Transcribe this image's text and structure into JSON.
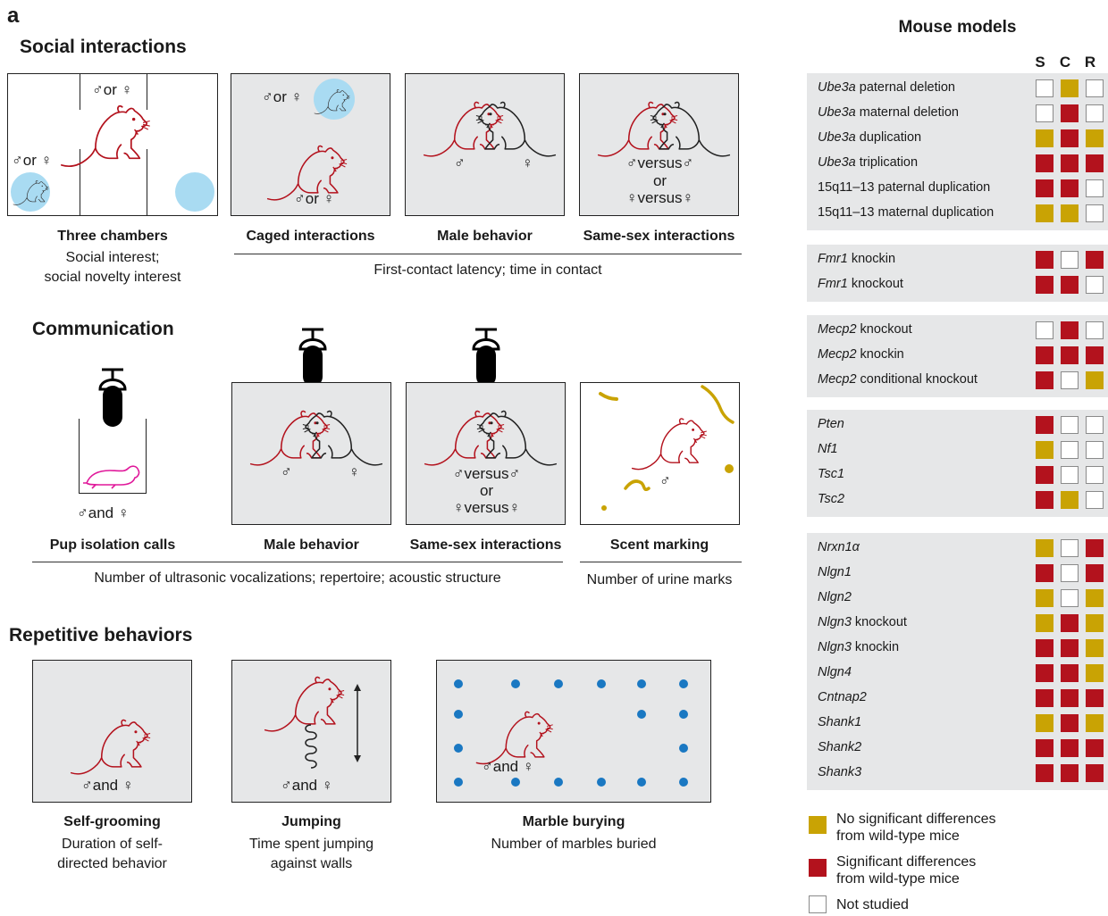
{
  "panel_letter": "a",
  "social": {
    "title": "Social interactions",
    "three_chambers": {
      "title": "Three chambers",
      "desc1": "Social interest;",
      "desc2": "social novelty interest",
      "sex_top": "♂or ♀",
      "sex_left": "♂or ♀"
    },
    "caged": {
      "title": "Caged interactions",
      "sex_top": "♂or ♀",
      "sex_bottom": "♂or ♀"
    },
    "male": {
      "title": "Male behavior",
      "sex_left": "♂",
      "sex_right": "♀"
    },
    "same_sex": {
      "title": "Same-sex interactions",
      "line1": "♂versus♂",
      "line2": "or",
      "line3": "♀versus♀"
    },
    "measure": "First-contact latency; time in contact"
  },
  "communication": {
    "title": "Communication",
    "pup": {
      "title": "Pup isolation calls",
      "sex": "♂and ♀"
    },
    "male": {
      "title": "Male behavior",
      "sex_left": "♂",
      "sex_right": "♀"
    },
    "same_sex": {
      "title": "Same-sex interactions",
      "line1": "♂versus♂",
      "line2": "or",
      "line3": "♀versus♀"
    },
    "scent": {
      "title": "Scent marking",
      "sex": "♂"
    },
    "measure_left": "Number of ultrasonic vocalizations; repertoire; acoustic structure",
    "measure_right": "Number of urine marks"
  },
  "repetitive": {
    "title": "Repetitive behaviors",
    "grooming": {
      "title": "Self-grooming",
      "desc1": "Duration of self-",
      "desc2": "directed behavior",
      "sex": "♂and ♀"
    },
    "jumping": {
      "title": "Jumping",
      "desc1": "Time spent jumping",
      "desc2": "against walls",
      "sex": "♂and ♀"
    },
    "marble": {
      "title": "Marble burying",
      "desc1": "Number of marbles buried",
      "sex": "♂and ♀"
    }
  },
  "mouse_models": {
    "title": "Mouse models",
    "columns": [
      "S",
      "C",
      "R"
    ],
    "colors": {
      "no_sig": "#c9a304",
      "sig": "#b3121d",
      "not_studied": "#ffffff"
    },
    "groups": [
      [
        {
          "gene": "Ube3a",
          "rest": " paternal deletion",
          "vals": [
            "n",
            "y",
            "n"
          ]
        },
        {
          "gene": "Ube3a",
          "rest": " maternal deletion",
          "vals": [
            "n",
            "r",
            "n"
          ]
        },
        {
          "gene": "Ube3a",
          "rest": " duplication",
          "vals": [
            "y",
            "r",
            "y"
          ]
        },
        {
          "gene": "Ube3a",
          "rest": " triplication",
          "vals": [
            "r",
            "r",
            "r"
          ]
        },
        {
          "gene": "",
          "rest": "15q11–13 paternal duplication",
          "vals": [
            "r",
            "r",
            "n"
          ]
        },
        {
          "gene": "",
          "rest": "15q11–13 maternal duplication",
          "vals": [
            "y",
            "y",
            "n"
          ]
        }
      ],
      [
        {
          "gene": "Fmr1",
          "rest": " knockin",
          "vals": [
            "r",
            "n",
            "r"
          ]
        },
        {
          "gene": "Fmr1",
          "rest": " knockout",
          "vals": [
            "r",
            "r",
            "n"
          ]
        }
      ],
      [
        {
          "gene": "Mecp2",
          "rest": " knockout",
          "vals": [
            "n",
            "r",
            "n"
          ]
        },
        {
          "gene": "Mecp2",
          "rest": " knockin",
          "vals": [
            "r",
            "r",
            "r"
          ]
        },
        {
          "gene": "Mecp2",
          "rest": " conditional knockout",
          "vals": [
            "r",
            "n",
            "y"
          ]
        }
      ],
      [
        {
          "gene": "Pten",
          "rest": "",
          "vals": [
            "r",
            "n",
            "n"
          ]
        },
        {
          "gene": "Nf1",
          "rest": "",
          "vals": [
            "y",
            "n",
            "n"
          ]
        },
        {
          "gene": "Tsc1",
          "rest": "",
          "vals": [
            "r",
            "n",
            "n"
          ]
        },
        {
          "gene": "Tsc2",
          "rest": "",
          "vals": [
            "r",
            "y",
            "n"
          ]
        }
      ],
      [
        {
          "gene": "Nrxn1α",
          "rest": "",
          "vals": [
            "y",
            "n",
            "r"
          ]
        },
        {
          "gene": "Nlgn1",
          "rest": "",
          "vals": [
            "r",
            "n",
            "r"
          ]
        },
        {
          "gene": "Nlgn2",
          "rest": "",
          "vals": [
            "y",
            "n",
            "y"
          ]
        },
        {
          "gene": "Nlgn3",
          "rest": " knockout",
          "vals": [
            "y",
            "r",
            "y"
          ]
        },
        {
          "gene": "Nlgn3",
          "rest": " knockin",
          "vals": [
            "r",
            "r",
            "y"
          ]
        },
        {
          "gene": "Nlgn4",
          "rest": "",
          "vals": [
            "r",
            "r",
            "y"
          ]
        },
        {
          "gene": "Cntnap2",
          "rest": "",
          "vals": [
            "r",
            "r",
            "r"
          ]
        },
        {
          "gene": "Shank1",
          "rest": "",
          "vals": [
            "y",
            "r",
            "y"
          ]
        },
        {
          "gene": "Shank2",
          "rest": "",
          "vals": [
            "r",
            "r",
            "r"
          ]
        },
        {
          "gene": "Shank3",
          "rest": "",
          "vals": [
            "r",
            "r",
            "r"
          ]
        }
      ]
    ],
    "legend": {
      "no_sig_1": "No significant differences",
      "no_sig_2": "from wild-type mice",
      "sig_1": "Significant differences",
      "sig_2": "from wild-type mice",
      "not_studied": "Not studied"
    }
  }
}
